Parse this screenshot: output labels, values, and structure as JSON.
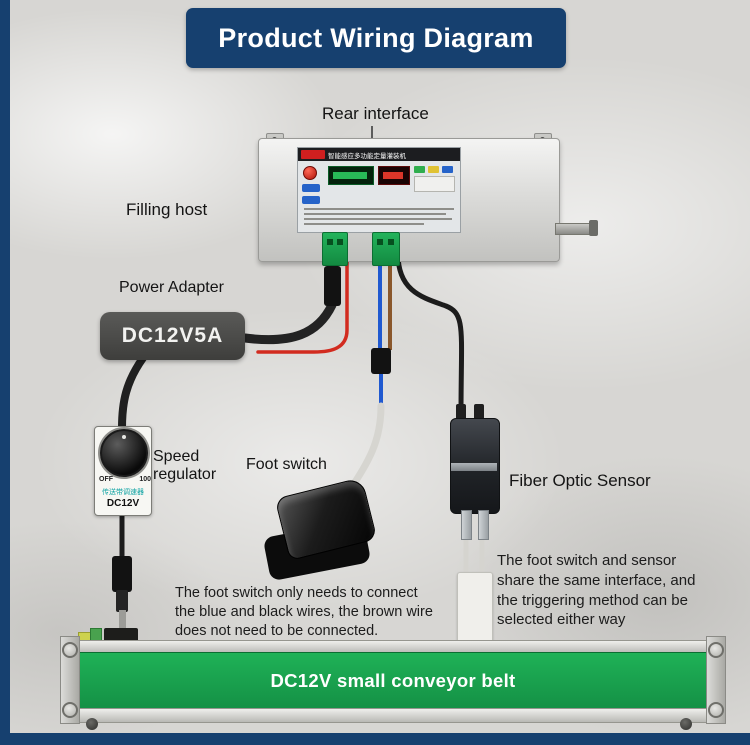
{
  "header": {
    "title": "Product Wiring Diagram"
  },
  "labels": {
    "rear_interface": "Rear interface",
    "filling_host": "Filling host",
    "power_adapter": "Power Adapter",
    "speed_regulator": "Speed regulator",
    "foot_switch": "Foot switch",
    "fiber_optic_sensor": "Fiber Optic Sensor"
  },
  "adapter": {
    "label": "DC12V5A"
  },
  "device": {
    "panel_title": "智能感应多功能定量灌装机"
  },
  "regulator": {
    "off": "OFF",
    "max": "100",
    "cn_label": "传送带调速器",
    "dc_label": "DC12V"
  },
  "notes": {
    "foot_switch_note": "The foot switch only needs to connect the blue and black wires, the brown wire does not need to be connected.",
    "sensor_note": "The foot switch and sensor share the same interface, and the triggering method can be selected either way"
  },
  "conveyor": {
    "label": "DC12V small conveyor belt"
  },
  "colors": {
    "accent_blue": "#16406f",
    "conveyor_green": "#17a24b",
    "wire_red": "#d22b1f",
    "wire_blue": "#2059d0",
    "wire_brown": "#8a572b"
  }
}
